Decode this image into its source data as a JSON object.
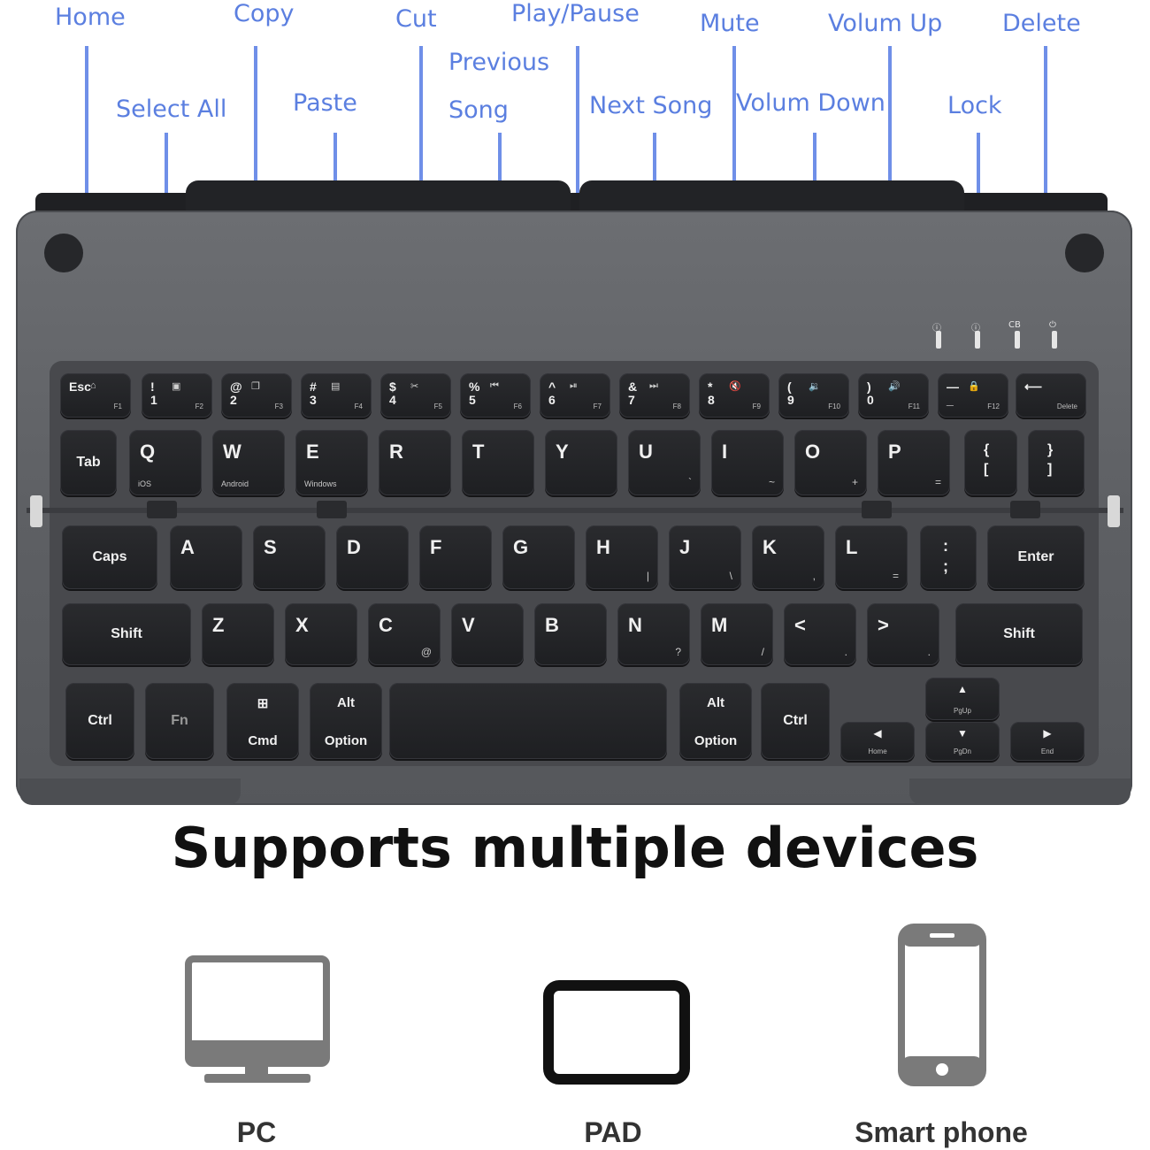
{
  "annotations": [
    {
      "id": "home",
      "label": "Home"
    },
    {
      "id": "select-all",
      "label": "Select All"
    },
    {
      "id": "copy",
      "label": "Copy"
    },
    {
      "id": "paste",
      "label": "Paste"
    },
    {
      "id": "cut",
      "label": "Cut"
    },
    {
      "id": "previous-song-1",
      "label": "Previous"
    },
    {
      "id": "previous-song-2",
      "label": "Song"
    },
    {
      "id": "play-pause",
      "label": "Play/Pause"
    },
    {
      "id": "next-song",
      "label": "Next Song"
    },
    {
      "id": "mute",
      "label": "Mute"
    },
    {
      "id": "volume-down",
      "label": "Volum Down"
    },
    {
      "id": "volume-up",
      "label": "Volum Up"
    },
    {
      "id": "lock",
      "label": "Lock"
    },
    {
      "id": "delete",
      "label": "Delete"
    }
  ],
  "keyboard": {
    "row_fn": [
      {
        "sym": "Esc",
        "alt": "⌂",
        "f": "F1"
      },
      {
        "sym": "!\n1",
        "alt": "▣",
        "f": "F2"
      },
      {
        "sym": "@\n2",
        "alt": "❐",
        "f": "F3"
      },
      {
        "sym": "#\n3",
        "alt": "▤",
        "f": "F4"
      },
      {
        "sym": "$\n4",
        "alt": "✂",
        "f": "F5"
      },
      {
        "sym": "%\n5",
        "alt": "⏮",
        "f": "F6"
      },
      {
        "sym": "^\n6",
        "alt": "⏯",
        "f": "F7"
      },
      {
        "sym": "&\n7",
        "alt": "⏭",
        "f": "F8"
      },
      {
        "sym": "*\n8",
        "alt": "🔇",
        "f": "F9"
      },
      {
        "sym": "(\n9",
        "alt": "🔉",
        "f": "F10"
      },
      {
        "sym": ")\n0",
        "alt": "🔊",
        "f": "F11"
      },
      {
        "sym": "—\n_",
        "alt": "🔒",
        "f": "F12"
      },
      {
        "sym": "⟵",
        "alt": "",
        "f": "Delete"
      }
    ],
    "row_q": [
      {
        "main": "Tab",
        "sub": ""
      },
      {
        "main": "Q",
        "sub": "iOS"
      },
      {
        "main": "W",
        "sub": "Android"
      },
      {
        "main": "E",
        "sub": "Windows"
      },
      {
        "main": "R",
        "sub": ""
      },
      {
        "main": "T",
        "sub": ""
      },
      {
        "main": "Y",
        "sub": ""
      },
      {
        "main": "U",
        "subr": "`"
      },
      {
        "main": "I",
        "subr": "~"
      },
      {
        "main": "O",
        "subr": "+"
      },
      {
        "main": "P",
        "subr": "="
      },
      {
        "main": "{\n[",
        "sub": ""
      },
      {
        "main": "}\n]",
        "sub": ""
      }
    ],
    "row_a": [
      {
        "main": "Caps"
      },
      {
        "main": "A"
      },
      {
        "main": "S"
      },
      {
        "main": "D"
      },
      {
        "main": "F"
      },
      {
        "main": "G"
      },
      {
        "main": "H",
        "subr": "|"
      },
      {
        "main": "J",
        "subr": "\\"
      },
      {
        "main": "K",
        "subr": ","
      },
      {
        "main": "L",
        "subr": "="
      },
      {
        "main": ":\n;"
      },
      {
        "main": "Enter"
      }
    ],
    "row_z": [
      {
        "main": "Shift"
      },
      {
        "main": "Z"
      },
      {
        "main": "X"
      },
      {
        "main": "C",
        "subr": "@"
      },
      {
        "main": "V"
      },
      {
        "main": "B"
      },
      {
        "main": "N",
        "subr": "?"
      },
      {
        "main": "M",
        "subr": "/"
      },
      {
        "main": "<",
        "subr": "."
      },
      {
        "main": ">",
        "subr": "."
      },
      {
        "main": "Shift"
      }
    ],
    "row_bottom": {
      "ctrl_l": "Ctrl",
      "fn": "Fn",
      "cmd_icon": "⊞",
      "cmd": "Cmd",
      "alt_l_top": "Alt",
      "alt_l_bot": "Option",
      "alt_r_top": "Alt",
      "alt_r_bot": "Option",
      "ctrl_r": "Ctrl",
      "up_arrow": "▲",
      "up_sub": "PgUp",
      "left_arrow": "◀",
      "left_sub": "Home",
      "down_arrow": "▼",
      "down_sub": "PgDn",
      "right_arrow": "▶",
      "right_sub": "End"
    },
    "indicators": [
      "ⓘ",
      "ⓘ",
      "CB",
      "⏻"
    ]
  },
  "headline": "Supports multiple devices",
  "devices": [
    {
      "name": "PC",
      "icon": "monitor-icon"
    },
    {
      "name": "PAD",
      "icon": "tablet-icon"
    },
    {
      "name": "Smart phone",
      "icon": "smartphone-icon"
    }
  ],
  "colors": {
    "annotation": "#5b7fe0",
    "key": "#222326",
    "case": "#606266",
    "device_icon": "#7a7a7a"
  }
}
